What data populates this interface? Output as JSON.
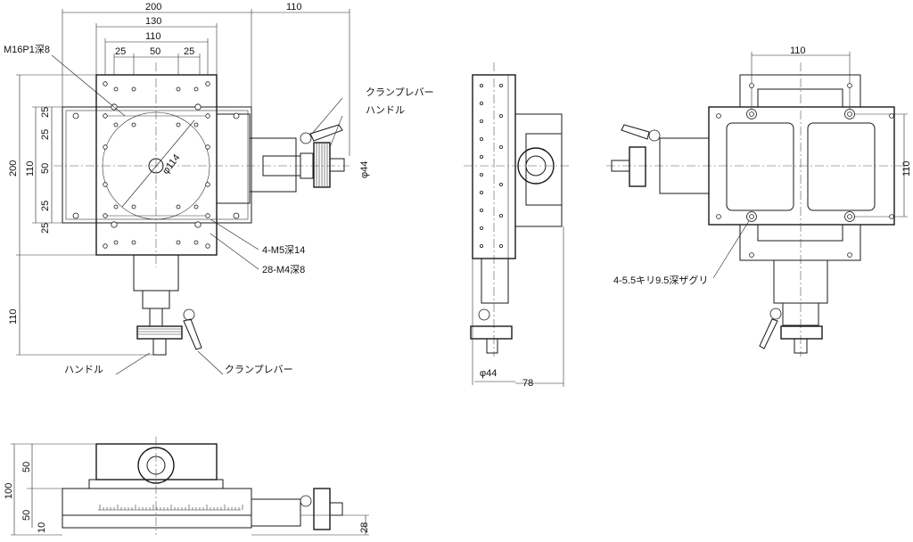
{
  "top_view": {
    "dims": {
      "w200": "200",
      "w130": "130",
      "w110": "110",
      "w25a": "25",
      "w50": "50",
      "w25b": "25",
      "right110": "110",
      "h200": "200",
      "h110": "110",
      "h50": "50",
      "h25a": "25",
      "h25b": "25",
      "h25c": "25",
      "h25d": "25",
      "bottom110": "110"
    },
    "labels": {
      "m16": "M16P1深8",
      "dia114": "φ114",
      "clamp_lever_r": "クランプレバー",
      "handle_r": "ハンドル",
      "dia44_r": "φ44",
      "m5": "4-M5深14",
      "m4": "28-M4深8",
      "handle_b": "ハンドル",
      "clamp_lever_b": "クランプレバー"
    }
  },
  "side_view": {
    "dims": {
      "dia44": "φ44",
      "w78": "78"
    }
  },
  "bottom_view": {
    "dims": {
      "w110": "110",
      "h110": "110"
    },
    "labels": {
      "holes": "4-5.5キリ9.5深ザグリ"
    }
  },
  "front_view": {
    "dims": {
      "h50a": "50",
      "h100": "100",
      "h50b": "50",
      "h10": "10",
      "h28": "28"
    }
  },
  "colors": {
    "line": "#1a1a1a",
    "background": "#ffffff"
  }
}
